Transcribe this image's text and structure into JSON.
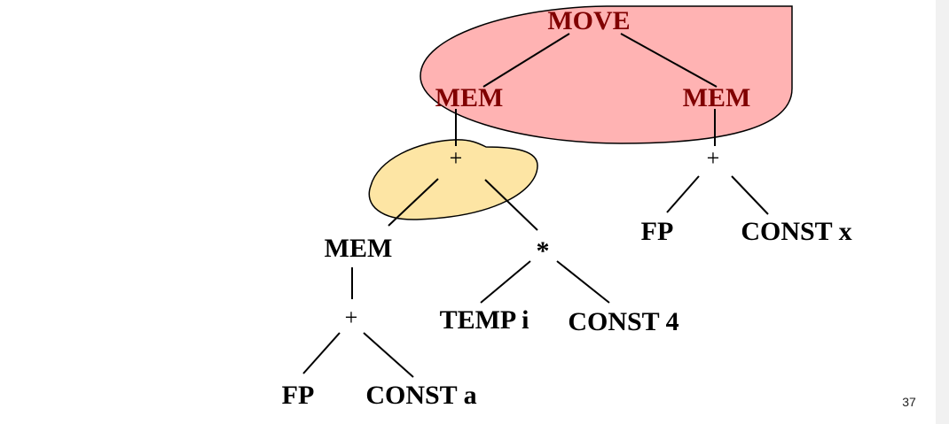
{
  "tree": {
    "move": "MOVE",
    "mem_left": "MEM",
    "mem_right": "MEM",
    "plus_left": "+",
    "plus_right": "+",
    "mem_inner": "MEM",
    "times": "*",
    "plus_inner": "+",
    "fp_right": "FP",
    "const_x": "CONST x",
    "temp_i": "TEMP i",
    "const_4": "CONST 4",
    "fp_left": "FP",
    "const_a": "CONST a"
  },
  "highlights": {
    "move_tile_color": "#ffb3b3",
    "plus_tile_color": "#fde5a4"
  },
  "footer": {
    "page_number": "37"
  }
}
